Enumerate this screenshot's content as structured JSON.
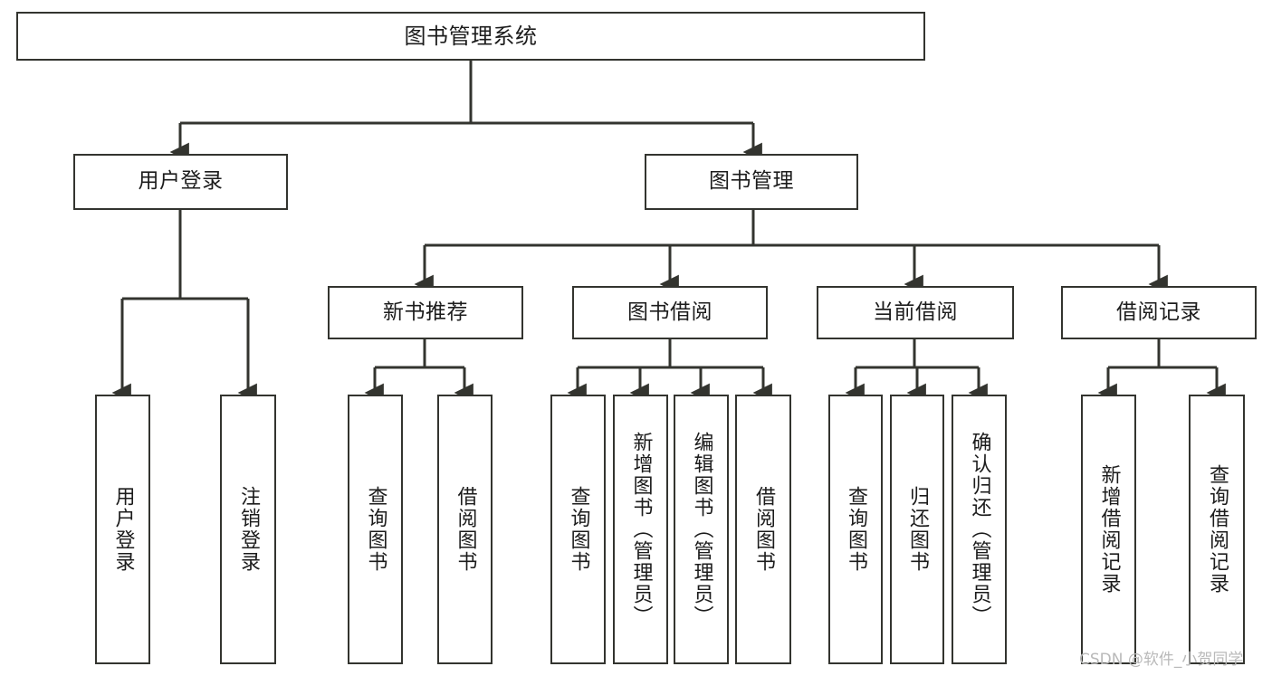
{
  "diagram": {
    "title": "图书管理系统",
    "type": "tree",
    "watermark": "CSDN @软件_小贺同学",
    "colors": {
      "box_border": "#33342f",
      "box_fill": "#ffffff",
      "edge": "#33342f",
      "text": "#1c1c1c",
      "watermark": "#b9b9b9",
      "background": "#ffffff"
    },
    "nodes": {
      "root": {
        "label": "图书管理系统"
      },
      "level2": [
        {
          "id": "user-login",
          "label": "用户登录"
        },
        {
          "id": "book-management",
          "label": "图书管理"
        }
      ],
      "level3": [
        {
          "id": "new-book-recommend",
          "label": "新书推荐"
        },
        {
          "id": "book-borrow",
          "label": "图书借阅"
        },
        {
          "id": "current-borrow",
          "label": "当前借阅"
        },
        {
          "id": "borrow-record",
          "label": "借阅记录"
        }
      ],
      "leaves": {
        "user_login": [
          {
            "id": "leaf-user-login",
            "label": "用户登录"
          },
          {
            "id": "leaf-logout-login",
            "label": "注销登录"
          }
        ],
        "new_book_recommend": [
          {
            "id": "leaf-query-book-1",
            "label": "查询图书"
          },
          {
            "id": "leaf-borrow-book-1",
            "label": "借阅图书"
          }
        ],
        "book_borrow": [
          {
            "id": "leaf-query-book-2",
            "label": "查询图书"
          },
          {
            "id": "leaf-add-book",
            "label": "新增图书（管理员）"
          },
          {
            "id": "leaf-edit-book",
            "label": "编辑图书（管理员）"
          },
          {
            "id": "leaf-borrow-book-2",
            "label": "借阅图书"
          }
        ],
        "current_borrow": [
          {
            "id": "leaf-query-book-3",
            "label": "查询图书"
          },
          {
            "id": "leaf-return-book",
            "label": "归还图书"
          },
          {
            "id": "leaf-confirm-return",
            "label": "确认归还（管理员）"
          }
        ],
        "borrow_record": [
          {
            "id": "leaf-add-record",
            "label": "新增借阅记录"
          },
          {
            "id": "leaf-query-record",
            "label": "查询借阅记录"
          }
        ]
      }
    }
  }
}
